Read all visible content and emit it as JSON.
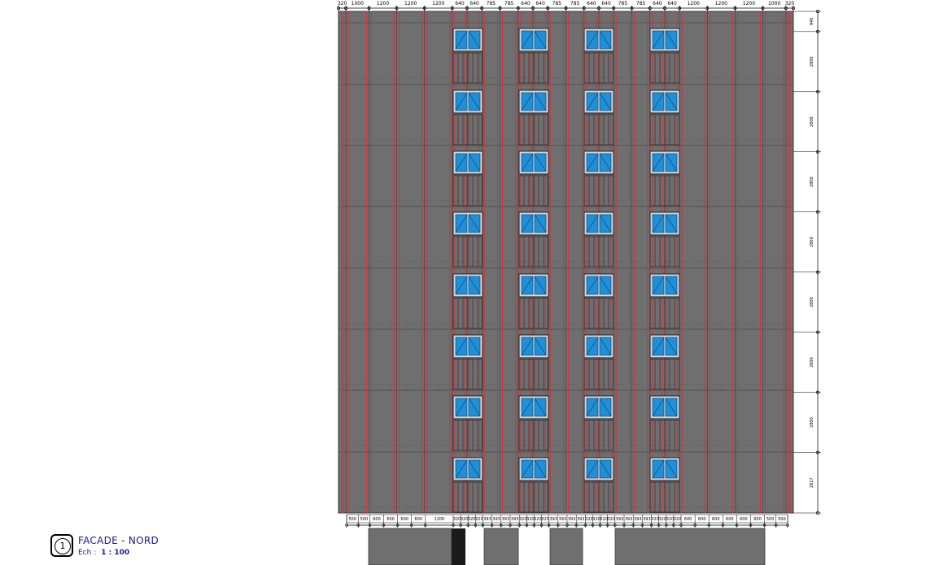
{
  "title_block": {
    "number": "1",
    "name": "FACADE - NORD",
    "scale_label": "Ech :",
    "scale_value": "1 : 100"
  },
  "colors": {
    "facade": "#6f6f6f",
    "red_lines": "#d0333a",
    "glass": "#1f8fd8",
    "dimension": "#000000"
  },
  "top_dimensions": [
    "320",
    "1000",
    "1200",
    "1200",
    "1200",
    "640",
    "640",
    "785",
    "785",
    "640",
    "640",
    "785",
    "785",
    "640",
    "640",
    "785",
    "785",
    "640",
    "640",
    "1200",
    "1200",
    "1200",
    "1000",
    "320"
  ],
  "right_dimensions": [
    "940",
    "2800",
    "2800",
    "2800",
    "2800",
    "2800",
    "2800",
    "2800",
    "2817"
  ],
  "bottom_dimensions": [
    "500",
    "500",
    "600",
    "600",
    "600",
    "600",
    "1200",
    "320",
    "320",
    "320",
    "320",
    "393",
    "393",
    "393",
    "393",
    "320",
    "320",
    "320",
    "320",
    "393",
    "393",
    "393",
    "393",
    "320",
    "320",
    "320",
    "320",
    "393",
    "393",
    "393",
    "393",
    "320",
    "320",
    "320",
    "320",
    "600",
    "600",
    "600",
    "600",
    "600",
    "600",
    "500",
    "500"
  ],
  "icons": [
    "level-marker-icon",
    "section-circle-icon"
  ]
}
